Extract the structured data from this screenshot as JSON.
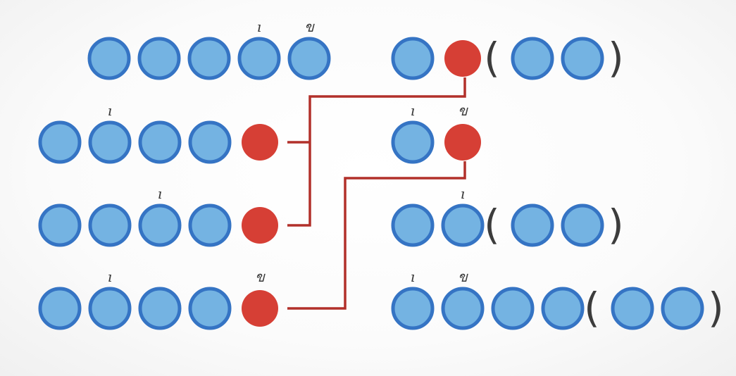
{
  "colors": {
    "syllable_fill": "#74b3e2",
    "syllable_stroke": "#3574c4",
    "highlight_fill": "#d63f35",
    "connector": "#b2302a",
    "mark": "#3a3a3a"
  },
  "marks": {
    "tick": "ı",
    "curl": "ข"
  },
  "parens": {
    "open": "(",
    "close": ")"
  },
  "rows": [
    {
      "id": "left-1",
      "items": [
        {
          "t": "b"
        },
        {
          "t": "b"
        },
        {
          "t": "b"
        },
        {
          "t": "b",
          "m": "tick"
        },
        {
          "t": "b",
          "m": "curl"
        }
      ]
    },
    {
      "id": "left-2",
      "items": [
        {
          "t": "b"
        },
        {
          "t": "b",
          "m": "tick"
        },
        {
          "t": "b"
        },
        {
          "t": "b"
        },
        {
          "t": "r"
        }
      ]
    },
    {
      "id": "left-3",
      "items": [
        {
          "t": "b"
        },
        {
          "t": "b"
        },
        {
          "t": "b",
          "m": "tick"
        },
        {
          "t": "b"
        },
        {
          "t": "r"
        }
      ]
    },
    {
      "id": "left-4",
      "items": [
        {
          "t": "b"
        },
        {
          "t": "b",
          "m": "tick"
        },
        {
          "t": "b"
        },
        {
          "t": "b"
        },
        {
          "t": "r",
          "m": "curl"
        }
      ]
    },
    {
      "id": "right-1",
      "items": [
        {
          "t": "b"
        },
        {
          "t": "r"
        },
        {
          "t": "("
        },
        {
          "t": "b"
        },
        {
          "t": "b"
        },
        {
          "t": ")"
        }
      ]
    },
    {
      "id": "right-2",
      "items": [
        {
          "t": "b",
          "m": "tick"
        },
        {
          "t": "r",
          "m": "curl"
        }
      ]
    },
    {
      "id": "right-3",
      "items": [
        {
          "t": "b"
        },
        {
          "t": "b",
          "m": "tick"
        },
        {
          "t": "("
        },
        {
          "t": "b"
        },
        {
          "t": "b"
        },
        {
          "t": ")"
        }
      ]
    },
    {
      "id": "right-4",
      "items": [
        {
          "t": "b",
          "m": "tick"
        },
        {
          "t": "b",
          "m": "curl"
        },
        {
          "t": "b"
        },
        {
          "t": "b"
        },
        {
          "t": "("
        },
        {
          "t": "b"
        },
        {
          "t": "b"
        },
        {
          "t": ")"
        }
      ]
    }
  ]
}
